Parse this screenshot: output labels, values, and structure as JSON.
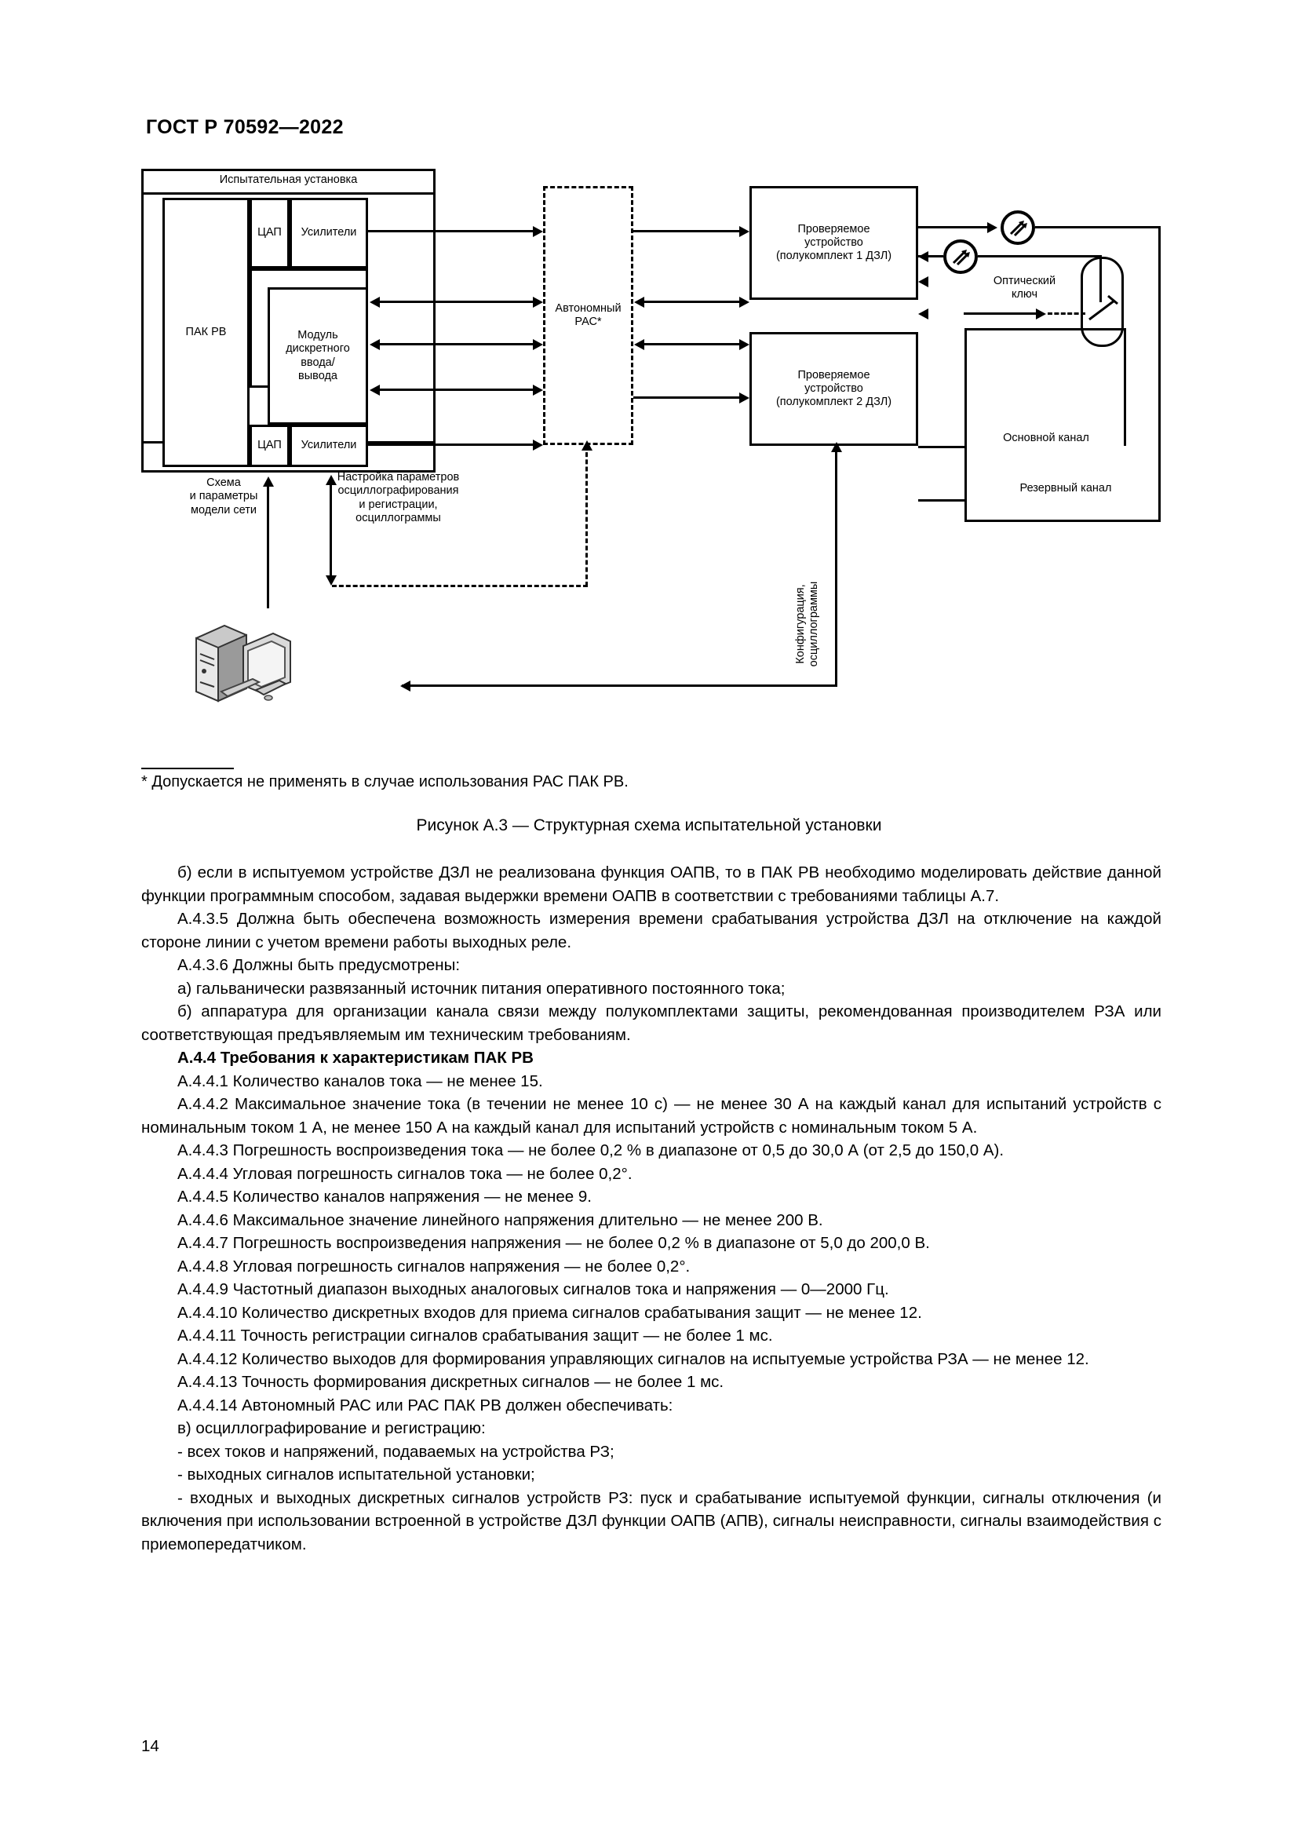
{
  "header": {
    "standard": "ГОСТ Р 70592—2022"
  },
  "figure": {
    "boxes": {
      "test_rig_title": "Испытательная установка",
      "pak_rv": "ПАК РВ",
      "dac_top": "ЦАП",
      "amplifiers_top": "Усилители",
      "dio_module": "Модуль\nдискретного\nввода/\nвывода",
      "dac_bottom": "ЦАП",
      "amplifiers_bottom": "Усилители",
      "autonomous_ras": "Автономный\nРАС*",
      "device_1": "Проверяемое\nустройство\n(полукомплект 1 ДЗЛ)",
      "device_2": "Проверяемое\nустройство\n(полукомплект 2 ДЗЛ)"
    },
    "labels": {
      "optical_key": "Оптический\nключ",
      "main_channel": "Основной канал",
      "backup_channel": "Резервный канал",
      "network_model": "Схема\nи параметры\nмодели сети",
      "oscillography_settings": "Настройка параметров\nосциллографирования\nи регистрации,\nосциллограммы",
      "configuration_oscillograms": "Конфигурация,\nосциллограммы"
    },
    "footnote": "* Допускается не применять в случае использования РАС ПАК РВ.",
    "caption": "Рисунок А.3 — Структурная схема испытательной установки"
  },
  "body": {
    "paragraphs": [
      {
        "id": "p-b-oapv",
        "indent": true,
        "bold": false,
        "justify": true,
        "text": "б) если в испытуемом устройстве ДЗЛ не реализована функция ОАПВ, то в ПАК РВ необходимо моделировать действие данной функции программным способом, задавая выдержки времени ОАПВ в соответствии с требованиями таблицы А.7."
      },
      {
        "id": "p-a435",
        "indent": true,
        "bold": false,
        "justify": true,
        "text": "А.4.3.5  Должна быть обеспечена возможность измерения времени срабатывания устройства ДЗЛ на отключение на каждой стороне линии с учетом времени работы выходных реле."
      },
      {
        "id": "p-a436",
        "indent": true,
        "bold": false,
        "justify": false,
        "text": "А.4.3.6  Должны быть предусмотрены:"
      },
      {
        "id": "p-a-galv",
        "indent": true,
        "bold": false,
        "justify": false,
        "text": "а) гальванически развязанный источник питания оперативного постоянного тока;"
      },
      {
        "id": "p-b-apparat",
        "indent": true,
        "bold": false,
        "justify": true,
        "text": "б) аппаратура для организации канала связи между полукомплектами защиты, рекомендованная производителем РЗА или соответствующая предъявляемым им техническим требованиям."
      },
      {
        "id": "p-a44-title",
        "indent": true,
        "bold": true,
        "justify": false,
        "text": "А.4.4  Требования к характеристикам ПАК РВ"
      },
      {
        "id": "p-a441",
        "indent": true,
        "bold": false,
        "justify": false,
        "text": "А.4.4.1  Количество каналов тока — не менее 15."
      },
      {
        "id": "p-a442",
        "indent": true,
        "bold": false,
        "justify": true,
        "text": "А.4.4.2  Максимальное значение тока (в течении не менее 10 с) — не менее 30 А на каждый канал для испытаний устройств с номинальным током 1 А, не менее 150 А на каждый канал для испытаний устройств с номинальным током 5 А."
      },
      {
        "id": "p-a443",
        "indent": true,
        "bold": false,
        "justify": false,
        "text": "А.4.4.3  Погрешность воспроизведения тока — не более 0,2 % в диапазоне от 0,5 до 30,0 А (от 2,5 до 150,0 А)."
      },
      {
        "id": "p-a444",
        "indent": true,
        "bold": false,
        "justify": false,
        "text": "А.4.4.4  Угловая погрешность сигналов тока — не более 0,2°."
      },
      {
        "id": "p-a445",
        "indent": true,
        "bold": false,
        "justify": false,
        "text": "А.4.4.5  Количество каналов напряжения — не менее 9."
      },
      {
        "id": "p-a446",
        "indent": true,
        "bold": false,
        "justify": false,
        "text": "А.4.4.6  Максимальное значение линейного напряжения длительно — не менее 200 В."
      },
      {
        "id": "p-a447",
        "indent": true,
        "bold": false,
        "justify": false,
        "text": "А.4.4.7  Погрешность воспроизведения напряжения — не более 0,2 % в диапазоне от 5,0 до 200,0 В."
      },
      {
        "id": "p-a448",
        "indent": true,
        "bold": false,
        "justify": false,
        "text": "А.4.4.8  Угловая погрешность сигналов напряжения — не более 0,2°."
      },
      {
        "id": "p-a449",
        "indent": true,
        "bold": false,
        "justify": false,
        "text": "А.4.4.9  Частотный диапазон выходных аналоговых сигналов тока и напряжения — 0—2000 Гц."
      },
      {
        "id": "p-a4410",
        "indent": true,
        "bold": false,
        "justify": false,
        "text": "А.4.4.10  Количество дискретных входов для приема сигналов срабатывания защит — не менее 12."
      },
      {
        "id": "p-a4411",
        "indent": true,
        "bold": false,
        "justify": false,
        "text": "А.4.4.11  Точность регистрации сигналов срабатывания защит — не более 1 мс."
      },
      {
        "id": "p-a4412",
        "indent": true,
        "bold": false,
        "justify": true,
        "text": "А.4.4.12  Количество выходов для формирования управляющих сигналов на испытуемые устройства РЗА — не менее 12."
      },
      {
        "id": "p-a4413",
        "indent": true,
        "bold": false,
        "justify": false,
        "text": "А.4.4.13  Точность формирования дискретных сигналов — не более 1 мс."
      },
      {
        "id": "p-a4414",
        "indent": true,
        "bold": false,
        "justify": false,
        "text": "А.4.4.14  Автономный РАС или РАС ПАК РВ должен обеспечивать:"
      },
      {
        "id": "p-v-osc",
        "indent": true,
        "bold": false,
        "justify": false,
        "text": "в) осциллографирование и регистрацию:"
      },
      {
        "id": "p-dash-1",
        "indent": true,
        "bold": false,
        "justify": false,
        "text": "- всех токов и напряжений, подаваемых на устройства РЗ;"
      },
      {
        "id": "p-dash-2",
        "indent": true,
        "bold": false,
        "justify": false,
        "text": "- выходных сигналов испытательной установки;"
      },
      {
        "id": "p-dash-3",
        "indent": true,
        "bold": false,
        "justify": true,
        "text": "- входных и выходных дискретных сигналов устройств РЗ: пуск и срабатывание испытуемой функции, сигналы отключения (и включения при использовании встроенной в устройстве ДЗЛ функции ОАПВ (АПВ), сигналы неисправности, сигналы взаимодействия с приемопередатчиком."
      }
    ]
  },
  "footer": {
    "page_number": "14"
  }
}
